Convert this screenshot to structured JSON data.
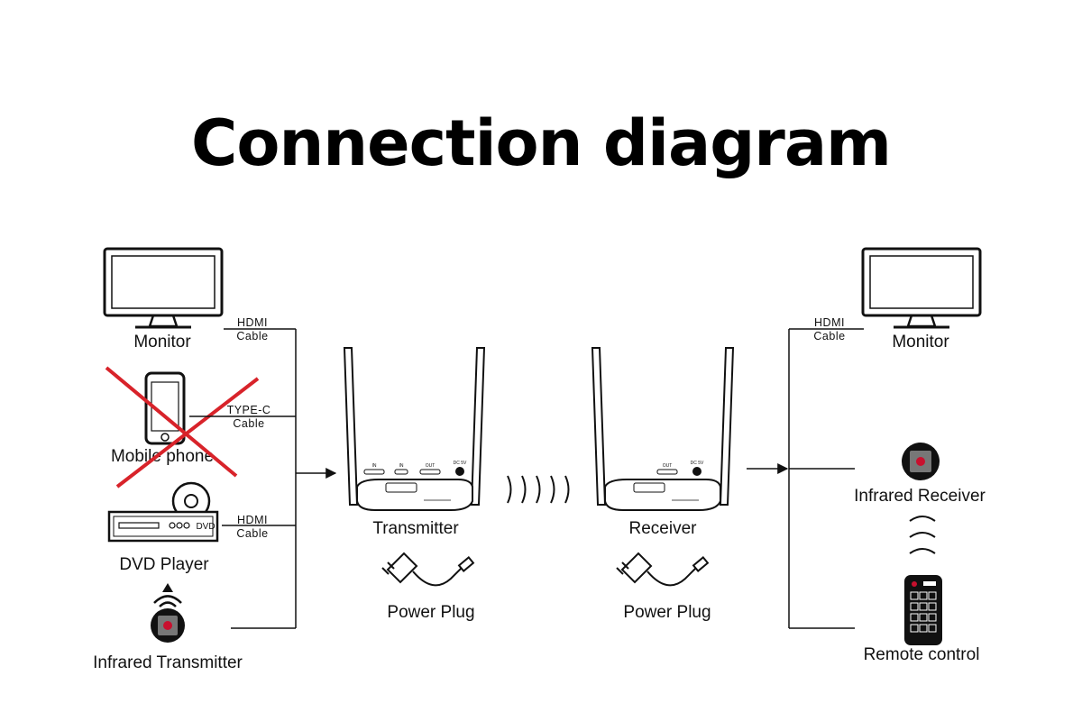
{
  "title": "Connection diagram",
  "source": {
    "monitor": "Monitor",
    "mobile_phone": "Mobile phone",
    "dvd_player": "DVD Player",
    "dvd_badge": "DVD",
    "infrared_transmitter": "Infrared Transmitter"
  },
  "cables": {
    "hdmi_top": "HDMI",
    "hdmi_bottom": "Cable",
    "typec_top": "TYPE-C",
    "typec_bottom": "Cable"
  },
  "transmitter": {
    "label": "Transmitter",
    "port_in1": "IN",
    "port_in2": "IN",
    "port_out": "OUT",
    "port_dc": "DC 5V"
  },
  "receiver": {
    "label": "Receiver",
    "port_out": "OUT",
    "port_dc": "DC 5V"
  },
  "power_plug": "Power Plug",
  "sink": {
    "monitor": "Monitor",
    "infrared_receiver": "Infrared Receiver",
    "remote_control": "Remote control"
  },
  "colors": {
    "line": "#111111",
    "cross": "#d8232a",
    "ir_dot": "#c8102e"
  }
}
